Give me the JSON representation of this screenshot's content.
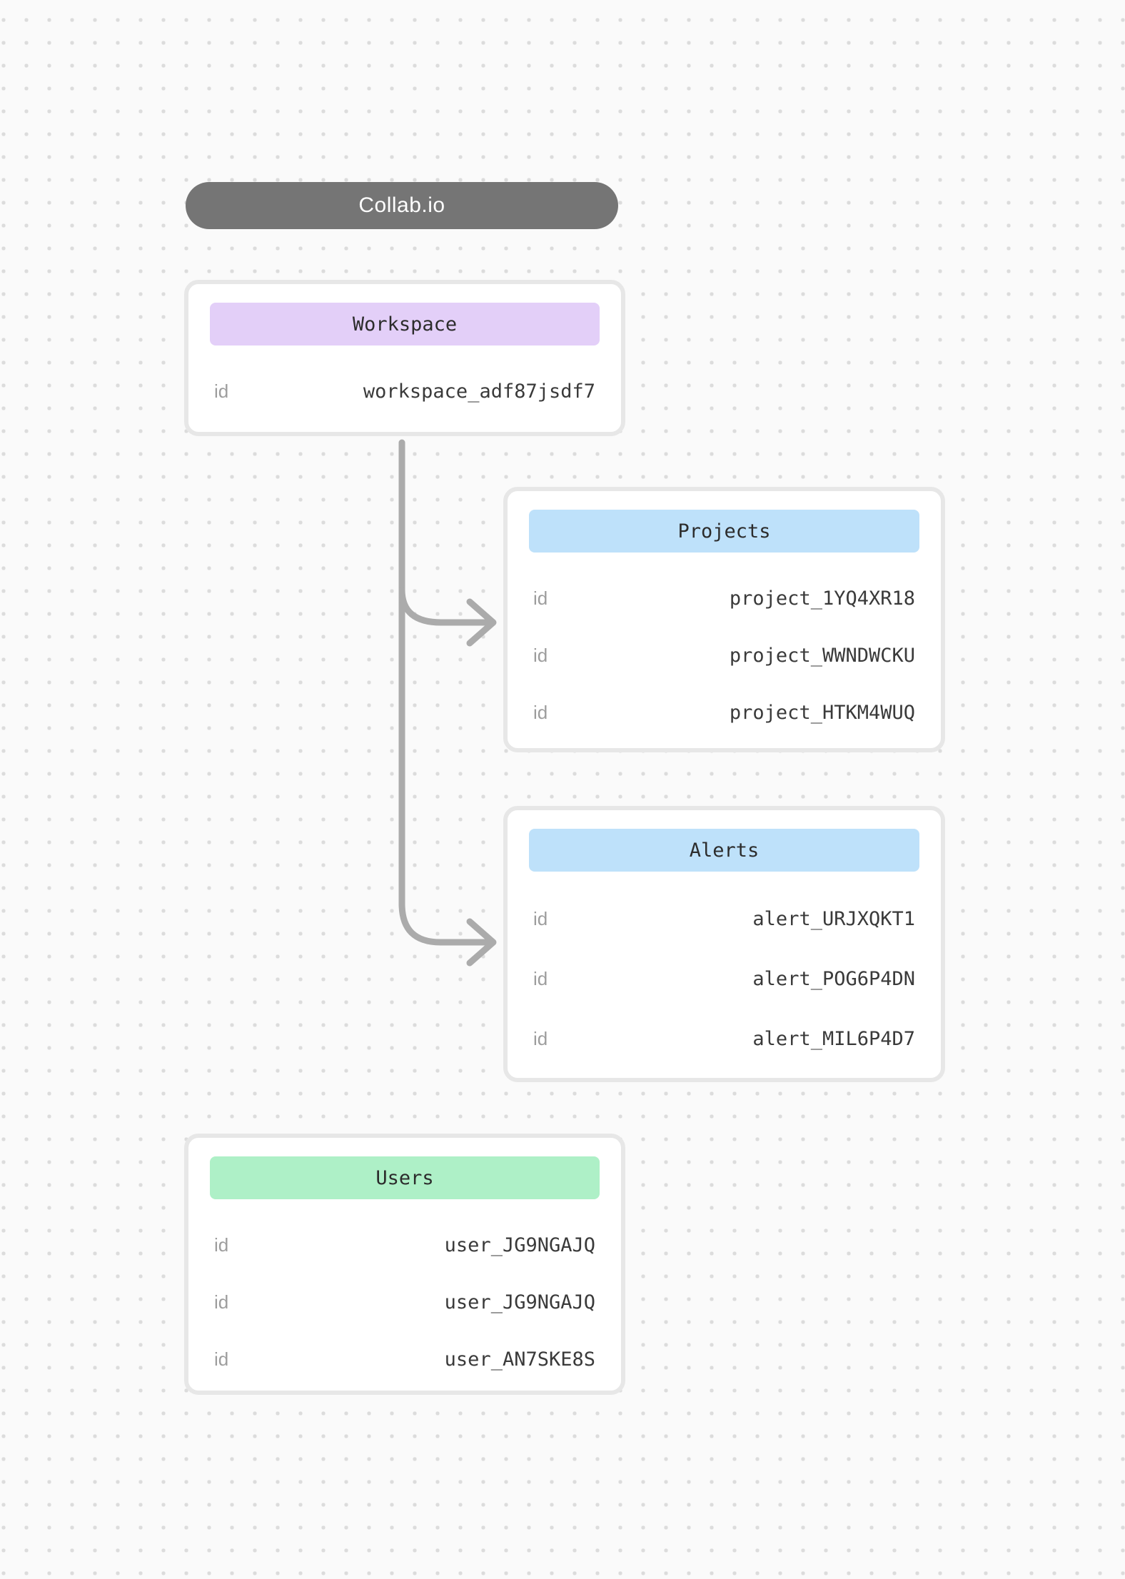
{
  "app": {
    "title": "Collab.io"
  },
  "colors": {
    "pill_bg": "#757575",
    "connector": "#ababab",
    "workspace_header": "#e3cff8",
    "projects_header": "#bee1fa",
    "alerts_header": "#bee1fa",
    "users_header": "#aef0c7",
    "background": "#fafafa",
    "background_dots": "#dcdcdc"
  },
  "entities": {
    "workspace": {
      "name": "Workspace",
      "rows": [
        {
          "key": "id",
          "value": "workspace_adf87jsdf7"
        }
      ]
    },
    "projects": {
      "name": "Projects",
      "rows": [
        {
          "key": "id",
          "value": "project_1YQ4XR18"
        },
        {
          "key": "id",
          "value": "project_WWNDWCKU"
        },
        {
          "key": "id",
          "value": "project_HTKM4WUQ"
        }
      ]
    },
    "alerts": {
      "name": "Alerts",
      "rows": [
        {
          "key": "id",
          "value": "alert_URJXQKT1"
        },
        {
          "key": "id",
          "value": "alert_POG6P4DN"
        },
        {
          "key": "id",
          "value": "alert_MIL6P4D7"
        }
      ]
    },
    "users": {
      "name": "Users",
      "rows": [
        {
          "key": "id",
          "value": "user_JG9NGAJQ"
        },
        {
          "key": "id",
          "value": "user_JG9NGAJQ"
        },
        {
          "key": "id",
          "value": "user_AN7SKE8S"
        }
      ]
    }
  },
  "relations": [
    {
      "from": "Workspace",
      "to": "Projects"
    },
    {
      "from": "Workspace",
      "to": "Alerts"
    }
  ]
}
